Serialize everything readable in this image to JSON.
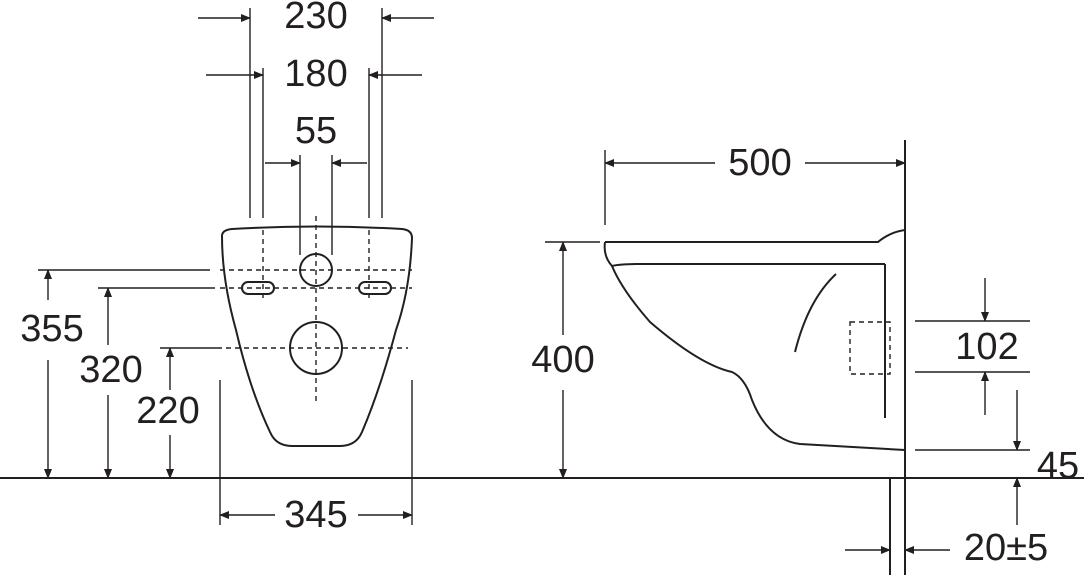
{
  "drawing": {
    "front_view": {
      "width_outer": "230",
      "width_inner": "180",
      "hole_spacing": "55",
      "height_355": "355",
      "height_320": "320",
      "height_220": "220",
      "bowl_width": "345"
    },
    "side_view": {
      "depth": "500",
      "height": "400",
      "inlet_spacing": "102",
      "outlet_height": "45",
      "wall_gap": "20±5"
    }
  }
}
